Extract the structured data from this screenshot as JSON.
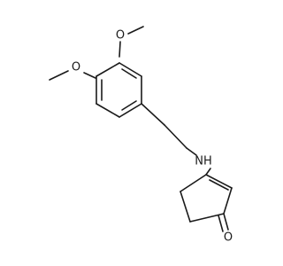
{
  "molecule": {
    "atoms": {
      "o_top": "O",
      "o_left": "O",
      "nh": "NH",
      "o_ketone": "O"
    }
  }
}
